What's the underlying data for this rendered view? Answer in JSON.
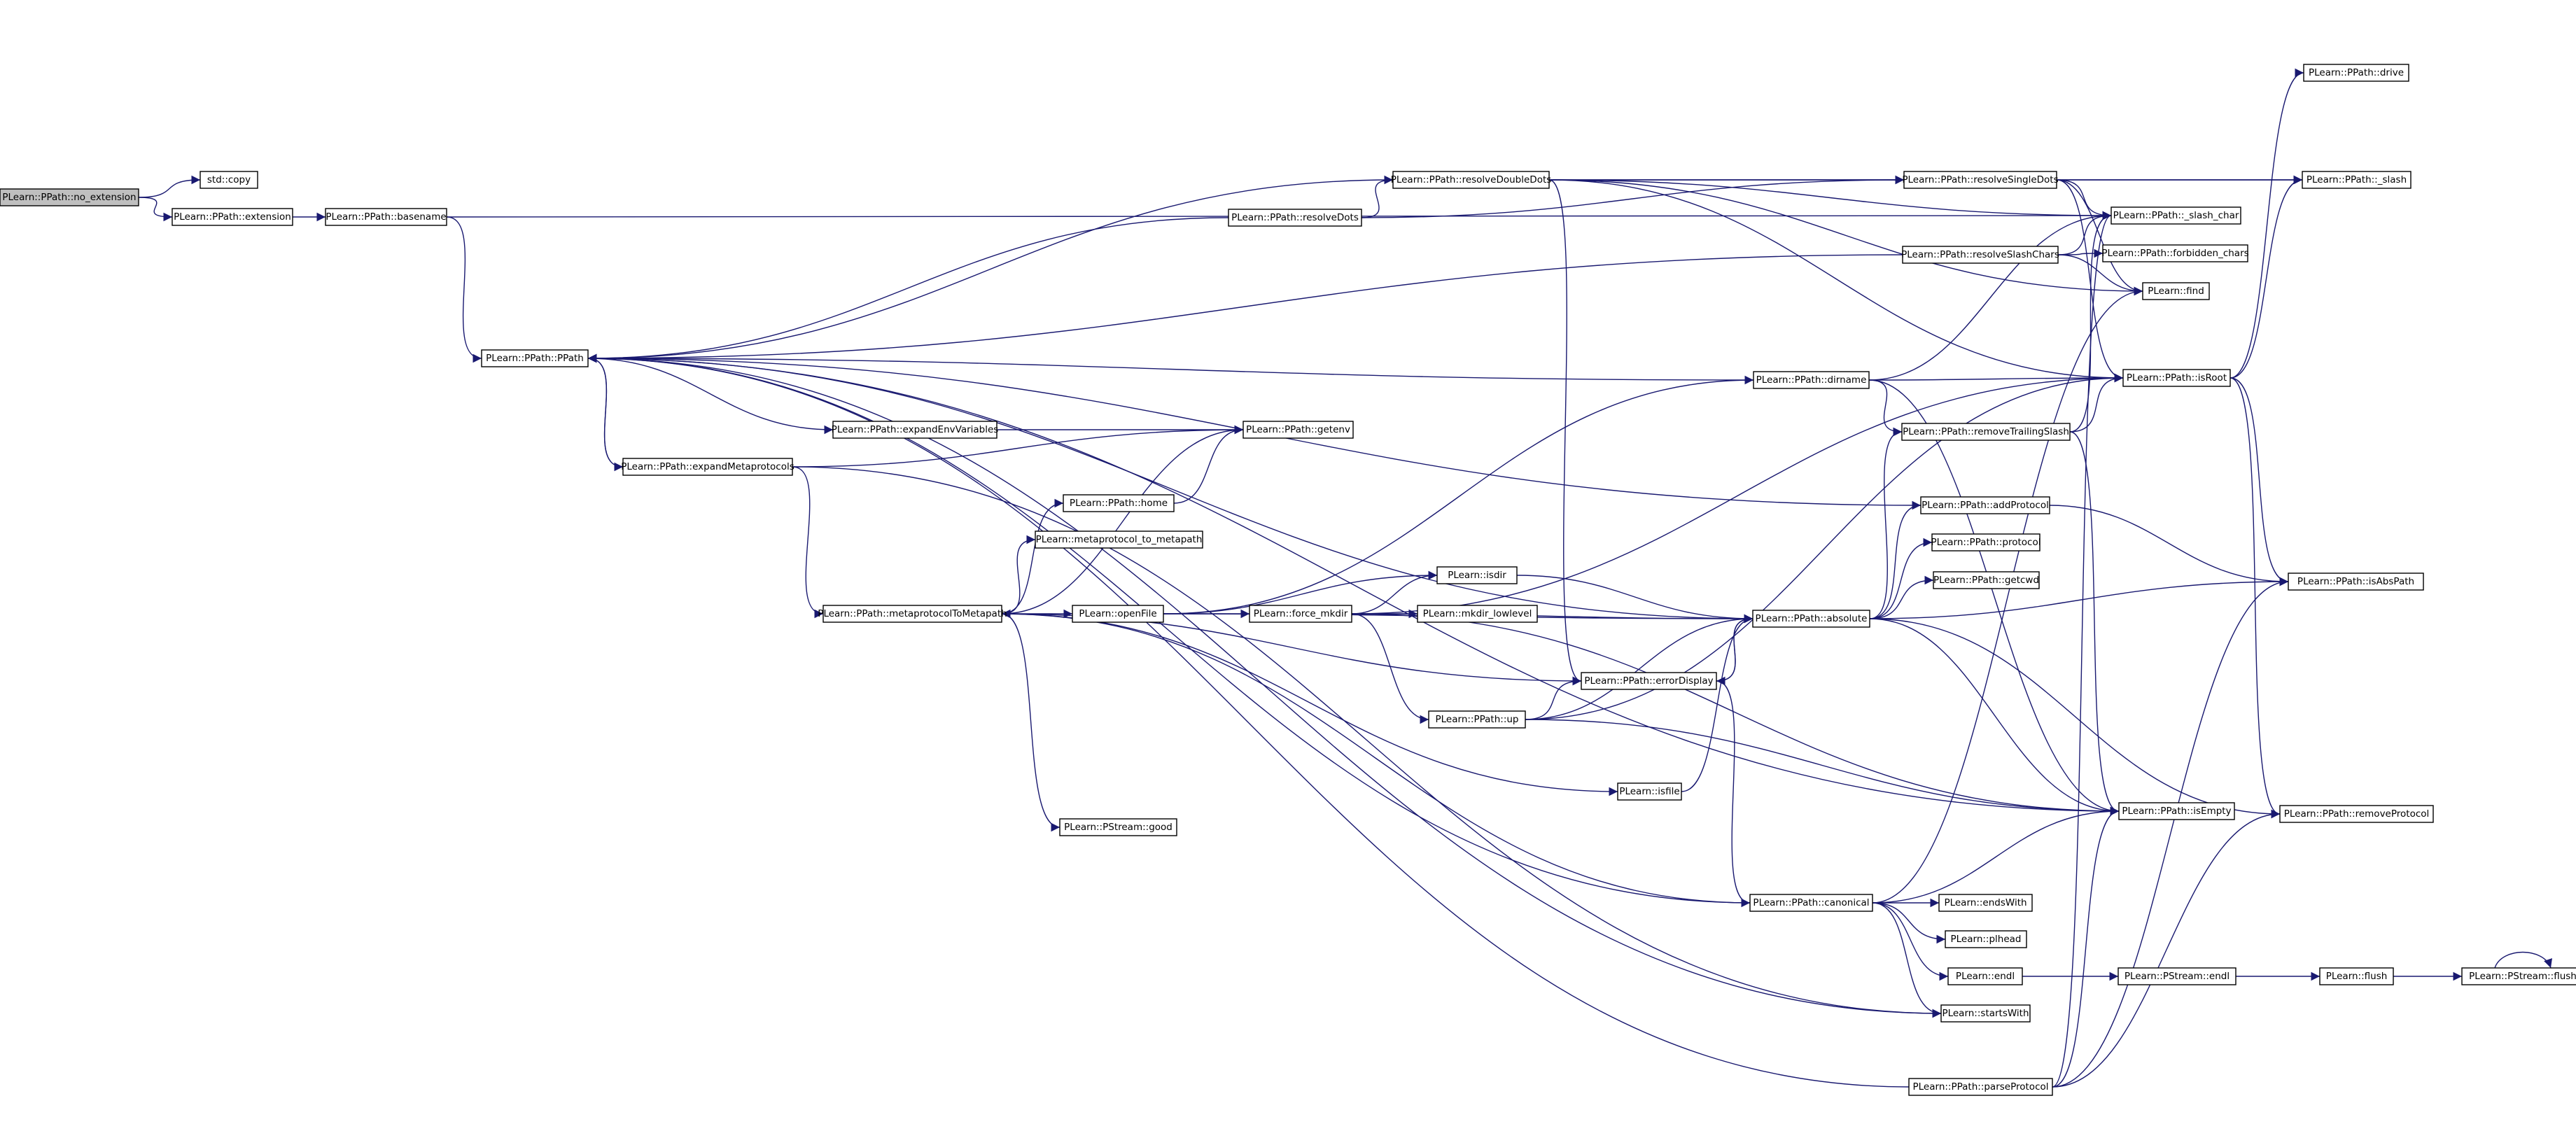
{
  "graph": {
    "root": "no_extension",
    "nodes": [
      {
        "id": "no_extension",
        "label": "PLearn::PPath::no_extension"
      },
      {
        "id": "copy",
        "label": "std::copy"
      },
      {
        "id": "extension",
        "label": "PLearn::PPath::extension"
      },
      {
        "id": "basename",
        "label": "PLearn::PPath::basename"
      },
      {
        "id": "ppath",
        "label": "PLearn::PPath::PPath"
      },
      {
        "id": "expandEnvVariables",
        "label": "PLearn::PPath::expandEnvVariables"
      },
      {
        "id": "expandMetaprotocols",
        "label": "PLearn::PPath::expandMetaprotocols"
      },
      {
        "id": "getenv",
        "label": "PLearn::PPath::getenv"
      },
      {
        "id": "home",
        "label": "PLearn::PPath::home"
      },
      {
        "id": "metaprotocol_to_metapath",
        "label": "PLearn::metaprotocol_to_metapath"
      },
      {
        "id": "metaprotocolToMetapath",
        "label": "PLearn::PPath::metaprotocolToMetapath"
      },
      {
        "id": "openFile",
        "label": "PLearn::openFile"
      },
      {
        "id": "good",
        "label": "PLearn::PStream::good"
      },
      {
        "id": "resolveDots",
        "label": "PLearn::PPath::resolveDots"
      },
      {
        "id": "resolveDoubleDots",
        "label": "PLearn::PPath::resolveDoubleDots"
      },
      {
        "id": "force_mkdir",
        "label": "PLearn::force_mkdir"
      },
      {
        "id": "isdir",
        "label": "PLearn::isdir"
      },
      {
        "id": "mkdir_lowlevel",
        "label": "PLearn::mkdir_lowlevel"
      },
      {
        "id": "up",
        "label": "PLearn::PPath::up"
      },
      {
        "id": "errorDisplay",
        "label": "PLearn::PPath::errorDisplay"
      },
      {
        "id": "isfile",
        "label": "PLearn::isfile"
      },
      {
        "id": "dirname",
        "label": "PLearn::PPath::dirname"
      },
      {
        "id": "absolute",
        "label": "PLearn::PPath::absolute"
      },
      {
        "id": "canonical",
        "label": "PLearn::PPath::canonical"
      },
      {
        "id": "parseProtocol",
        "label": "PLearn::PPath::parseProtocol"
      },
      {
        "id": "resolveSingleDots",
        "label": "PLearn::PPath::resolveSingleDots"
      },
      {
        "id": "resolveSlashChars",
        "label": "PLearn::PPath::resolveSlashChars"
      },
      {
        "id": "removeTrailingSlash",
        "label": "PLearn::PPath::removeTrailingSlash"
      },
      {
        "id": "addProtocol",
        "label": "PLearn::PPath::addProtocol"
      },
      {
        "id": "protocol",
        "label": "PLearn::PPath::protocol"
      },
      {
        "id": "getcwd",
        "label": "PLearn::PPath::getcwd"
      },
      {
        "id": "endsWith",
        "label": "PLearn::endsWith"
      },
      {
        "id": "plhead",
        "label": "PLearn::plhead"
      },
      {
        "id": "endl",
        "label": "PLearn::endl"
      },
      {
        "id": "startsWith",
        "label": "PLearn::startsWith"
      },
      {
        "id": "slash_char",
        "label": "PLearn::PPath::_slash_char"
      },
      {
        "id": "forbidden_chars",
        "label": "PLearn::PPath::forbidden_chars"
      },
      {
        "id": "find",
        "label": "PLearn::find"
      },
      {
        "id": "isRoot",
        "label": "PLearn::PPath::isRoot"
      },
      {
        "id": "isEmpty",
        "label": "PLearn::PPath::isEmpty"
      },
      {
        "id": "stream_endl",
        "label": "PLearn::PStream::endl"
      },
      {
        "id": "drive",
        "label": "PLearn::PPath::drive"
      },
      {
        "id": "slash",
        "label": "PLearn::PPath::_slash"
      },
      {
        "id": "isAbsPath",
        "label": "PLearn::PPath::isAbsPath"
      },
      {
        "id": "removeProtocol",
        "label": "PLearn::PPath::removeProtocol"
      },
      {
        "id": "flush",
        "label": "PLearn::flush"
      },
      {
        "id": "stream_flush",
        "label": "PLearn::PStream::flush"
      }
    ],
    "edges": [
      [
        "no_extension",
        "copy"
      ],
      [
        "no_extension",
        "extension"
      ],
      [
        "extension",
        "basename"
      ],
      [
        "basename",
        "ppath"
      ],
      [
        "basename",
        "slash_char"
      ],
      [
        "ppath",
        "expandEnvVariables"
      ],
      [
        "ppath",
        "expandMetaprotocols"
      ],
      [
        "expandEnvVariables",
        "getenv"
      ],
      [
        "expandMetaprotocols",
        "getenv"
      ],
      [
        "expandMetaprotocols",
        "metaprotocolToMetapath"
      ],
      [
        "expandMetaprotocols",
        "ppath"
      ],
      [
        "expandMetaprotocols",
        "startsWith"
      ],
      [
        "metaprotocolToMetapath",
        "home"
      ],
      [
        "metaprotocolToMetapath",
        "metaprotocol_to_metapath"
      ],
      [
        "metaprotocolToMetapath",
        "openFile"
      ],
      [
        "metaprotocolToMetapath",
        "good"
      ],
      [
        "metaprotocolToMetapath",
        "errorDisplay"
      ],
      [
        "metaprotocolToMetapath",
        "isfile"
      ],
      [
        "metaprotocolToMetapath",
        "getenv"
      ],
      [
        "home",
        "getenv"
      ],
      [
        "openFile",
        "dirname"
      ],
      [
        "openFile",
        "isdir"
      ],
      [
        "openFile",
        "force_mkdir"
      ],
      [
        "openFile",
        "absolute"
      ],
      [
        "force_mkdir",
        "isdir"
      ],
      [
        "force_mkdir",
        "mkdir_lowlevel"
      ],
      [
        "force_mkdir",
        "up"
      ],
      [
        "force_mkdir",
        "absolute"
      ],
      [
        "force_mkdir",
        "isRoot"
      ],
      [
        "force_mkdir",
        "isEmpty"
      ],
      [
        "isdir",
        "absolute"
      ],
      [
        "up",
        "errorDisplay"
      ],
      [
        "up",
        "absolute"
      ],
      [
        "up",
        "isEmpty"
      ],
      [
        "up",
        "isRoot"
      ],
      [
        "errorDisplay",
        "absolute"
      ],
      [
        "errorDisplay",
        "canonical"
      ],
      [
        "isfile",
        "absolute"
      ],
      [
        "resolveDots",
        "resolveDoubleDots"
      ],
      [
        "resolveDots",
        "resolveSingleDots"
      ],
      [
        "resolveDots",
        "ppath"
      ],
      [
        "resolveDoubleDots",
        "resolveSingleDots"
      ],
      [
        "resolveDoubleDots",
        "slash_char"
      ],
      [
        "resolveDoubleDots",
        "slash"
      ],
      [
        "resolveDoubleDots",
        "errorDisplay"
      ],
      [
        "resolveDoubleDots",
        "find"
      ],
      [
        "resolveDoubleDots",
        "isRoot"
      ],
      [
        "resolveDoubleDots",
        "ppath"
      ],
      [
        "resolveSingleDots",
        "slash"
      ],
      [
        "resolveSingleDots",
        "slash_char"
      ],
      [
        "resolveSingleDots",
        "find"
      ],
      [
        "resolveSingleDots",
        "isRoot"
      ],
      [
        "resolveSlashChars",
        "ppath"
      ],
      [
        "resolveSlashChars",
        "slash_char"
      ],
      [
        "resolveSlashChars",
        "forbidden_chars"
      ],
      [
        "resolveSlashChars",
        "find"
      ],
      [
        "dirname",
        "ppath"
      ],
      [
        "dirname",
        "isRoot"
      ],
      [
        "dirname",
        "removeTrailingSlash"
      ],
      [
        "dirname",
        "isEmpty"
      ],
      [
        "dirname",
        "slash_char"
      ],
      [
        "removeTrailingSlash",
        "slash_char"
      ],
      [
        "removeTrailingSlash",
        "isRoot"
      ],
      [
        "removeTrailingSlash",
        "isEmpty"
      ],
      [
        "absolute",
        "addProtocol"
      ],
      [
        "absolute",
        "protocol"
      ],
      [
        "absolute",
        "getcwd"
      ],
      [
        "absolute",
        "isAbsPath"
      ],
      [
        "absolute",
        "isEmpty"
      ],
      [
        "absolute",
        "removeProtocol"
      ],
      [
        "absolute",
        "removeTrailingSlash"
      ],
      [
        "absolute",
        "errorDisplay"
      ],
      [
        "absolute",
        "ppath"
      ],
      [
        "addProtocol",
        "isAbsPath"
      ],
      [
        "addProtocol",
        "ppath"
      ],
      [
        "canonical",
        "endsWith"
      ],
      [
        "canonical",
        "plhead"
      ],
      [
        "canonical",
        "endl"
      ],
      [
        "canonical",
        "startsWith"
      ],
      [
        "canonical",
        "isEmpty"
      ],
      [
        "canonical",
        "find"
      ],
      [
        "canonical",
        "metaprotocolToMetapath"
      ],
      [
        "canonical",
        "ppath"
      ],
      [
        "endl",
        "stream_endl"
      ],
      [
        "stream_endl",
        "flush"
      ],
      [
        "flush",
        "stream_flush"
      ],
      [
        "stream_flush",
        "stream_flush"
      ],
      [
        "parseProtocol",
        "isEmpty"
      ],
      [
        "parseProtocol",
        "slash_char"
      ],
      [
        "parseProtocol",
        "removeProtocol"
      ],
      [
        "parseProtocol",
        "ppath"
      ],
      [
        "parseProtocol",
        "isAbsPath"
      ],
      [
        "isRoot",
        "slash"
      ],
      [
        "isRoot",
        "drive"
      ],
      [
        "isRoot",
        "isAbsPath"
      ],
      [
        "isRoot",
        "removeProtocol"
      ],
      [
        "isEmpty",
        "ppath"
      ],
      [
        "startsWith",
        "ppath"
      ]
    ]
  }
}
